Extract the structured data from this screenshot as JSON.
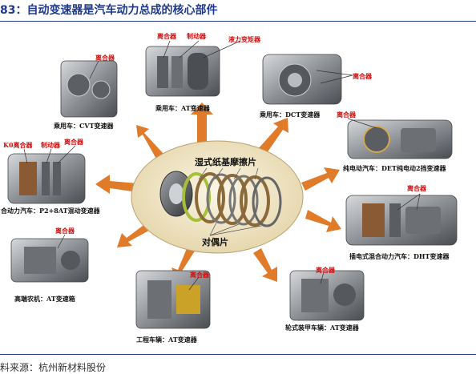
{
  "header": {
    "title": "83：自动变速器是汽车动力总成的核心部件"
  },
  "center": {
    "label_top": "湿式纸基摩擦片",
    "label_bottom": "对偶片"
  },
  "units": {
    "cvt": {
      "caption": "乘用车：CVT变速器",
      "parts": [
        "离合器"
      ]
    },
    "at": {
      "caption": "乘用车：AT变速器",
      "parts": [
        "离合器",
        "制动器",
        "液力变矩器"
      ]
    },
    "dct": {
      "caption": "乘用车：DCT变速器",
      "parts": [
        "离合器"
      ]
    },
    "det": {
      "caption": "纯电动汽车：DET纯电动2挡变速器",
      "parts": [
        "离合器"
      ]
    },
    "p2": {
      "caption": "合动力汽车：P2+8AT混动变速器",
      "parts": [
        "K0离合器",
        "制动器",
        "离合器"
      ]
    },
    "dht": {
      "caption": "插电式混合动力汽车：DHT变速器",
      "parts": [
        "离合器"
      ]
    },
    "farm": {
      "caption": "高端农机：AT变速箱",
      "parts": [
        "离合器"
      ]
    },
    "eng": {
      "caption": "工程车辆：AT变速器",
      "parts": [
        "离合器"
      ]
    },
    "armor": {
      "caption": "轮式装甲车辆：AT变速器",
      "parts": [
        "离合器"
      ]
    }
  },
  "footer": {
    "source": "料来源：杭州新材料股份"
  },
  "colors": {
    "arrow": "#e07b2a",
    "title": "#1f3a8a",
    "part_label": "#d01010",
    "center_fill": "#f1e7c9"
  }
}
